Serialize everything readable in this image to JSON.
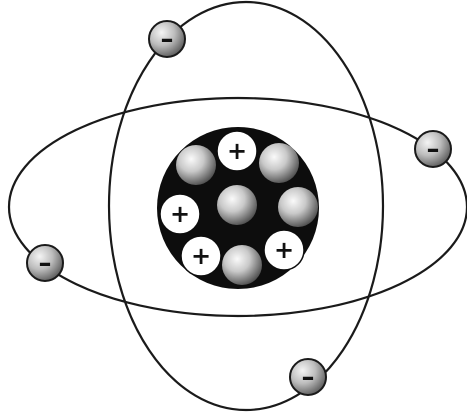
{
  "diagram": {
    "nucleus": {
      "protons": [
        {
          "id": "proton-1",
          "symbol": "+"
        },
        {
          "id": "proton-2",
          "symbol": "+"
        },
        {
          "id": "proton-3",
          "symbol": "+"
        },
        {
          "id": "proton-4",
          "symbol": "+"
        }
      ],
      "neutron_count": 5
    },
    "electrons": [
      {
        "id": "electron-1",
        "symbol": "–"
      },
      {
        "id": "electron-2",
        "symbol": "–"
      },
      {
        "id": "electron-3",
        "symbol": "–"
      },
      {
        "id": "electron-4",
        "symbol": "–"
      }
    ],
    "orbit_count": 2,
    "colors": {
      "line": "#1a1a1a",
      "nucleus": "#0d0d0d",
      "proton_fill": "#ffffff",
      "particle_shade_light": "#f2f2f2",
      "particle_shade_dark": "#5a5a5a"
    }
  }
}
